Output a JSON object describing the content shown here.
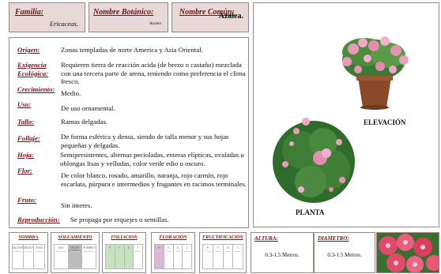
{
  "header": {
    "familia": {
      "label": "Familia:",
      "value": "Ericaceas."
    },
    "nombre_botanico": {
      "label": "Nombre Botánico:",
      "value": "Azalea"
    },
    "nombre_comun": {
      "label": "Nombre Común:",
      "value": "Azalea."
    }
  },
  "info": [
    {
      "key": "Origen:",
      "value": "Zonas templadas de norte America y Asia Oriental."
    },
    {
      "key": "Exigencia Ecológica:",
      "value": "Requieren tierra de reacción acida (de brezo o castaño) mezclada con una tercera parte de arena, teniendo como preferencia el clima fresco."
    },
    {
      "key": "Crecimiento:",
      "value": "Medio."
    },
    {
      "key": "Uso:",
      "value": "De uso ornamental."
    },
    {
      "key": "Tallo:",
      "value": "Ramas delgadas."
    },
    {
      "key": "Follaje:",
      "value": "De forma esférica y densa, siendo de talla menor y sus hojas pequeñas y delgadas."
    },
    {
      "key": "Hoja:",
      "value": "Semipersistentes, alternas pecioladas, enteras elípticas, ovaladas u oblongas lisas y velludas, color verde edio u oscuro."
    },
    {
      "key": "Flor:",
      "value": "De color blanco, rosado, amarillo, naranja, rojo carmín, rojo escarlata, púrpura e intermedios y fragantes en racimos terminales."
    },
    {
      "key": "Fruto:",
      "value": "Sin interes."
    },
    {
      "key": "Reproducción:",
      "value": "Se propaga por erquejes o semillas."
    }
  ],
  "images": {
    "elevation_caption": "ELEVACIÓN",
    "plan_caption": "PLANTA"
  },
  "bottom": {
    "sombra": {
      "label": "SOMBRA",
      "cells": [
        "MUCHA",
        "MEDIA",
        "CERO"
      ]
    },
    "soleamiento": {
      "label": "SOLEAMIENTO",
      "cells": [
        "SOL",
        "MEDIA SOMBRA",
        "SOMBRA"
      ]
    },
    "foliacion": {
      "label": "FOLIACION",
      "cells": [
        "P",
        "V",
        "O",
        "I"
      ]
    },
    "floracion": {
      "label": "FLORACIÓN",
      "cells": [
        "P",
        "V",
        "O",
        "I"
      ]
    },
    "fructificacion": {
      "label": "FRUCTIFICACIÓN",
      "cells": [
        "P",
        "V",
        "O",
        "I"
      ]
    },
    "altura": {
      "label": "ALTURA:",
      "value": "0.3-1.5 Metros."
    },
    "diametro": {
      "label": "DIAMETRO:",
      "value": "0.3-1.5 Metros."
    }
  },
  "colors": {
    "accent_label": "#7a1010",
    "header_bg": "#e8d8d8",
    "border": "#9b8585",
    "foliage": "#c7e2c0",
    "flowering": "#d9b8d9",
    "shade": "#bdbdbd"
  }
}
